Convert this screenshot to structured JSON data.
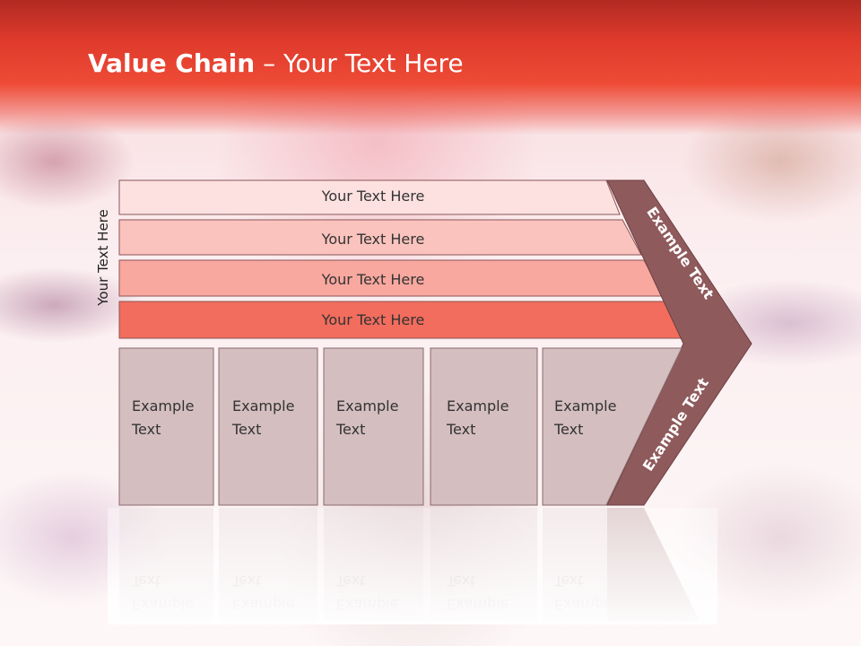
{
  "slide": {
    "title_bold": "Value Chain",
    "title_rest": " – Your Text Here",
    "side_label": "Your Text Here"
  },
  "bars": [
    {
      "label": "Your Text Here",
      "color": "#fde1e0"
    },
    {
      "label": "Your Text Here",
      "color": "#fac3bd"
    },
    {
      "label": "Your Text Here",
      "color": "#f8a89f"
    },
    {
      "label": "Your Text Here",
      "color": "#f26d5d"
    }
  ],
  "columns": [
    {
      "line1": "Example",
      "line2": "Text"
    },
    {
      "line1": "Example",
      "line2": "Text"
    },
    {
      "line1": "Example",
      "line2": "Text"
    },
    {
      "line1": "Example",
      "line2": "Text"
    },
    {
      "line1": "Example",
      "line2": "Text"
    }
  ],
  "chevron": {
    "upper_text": "Example Text",
    "lower_text": "Example Text",
    "color": "#8f5a5c"
  },
  "colors": {
    "header": "#e8432f",
    "column_fill": "#d4bec0"
  }
}
